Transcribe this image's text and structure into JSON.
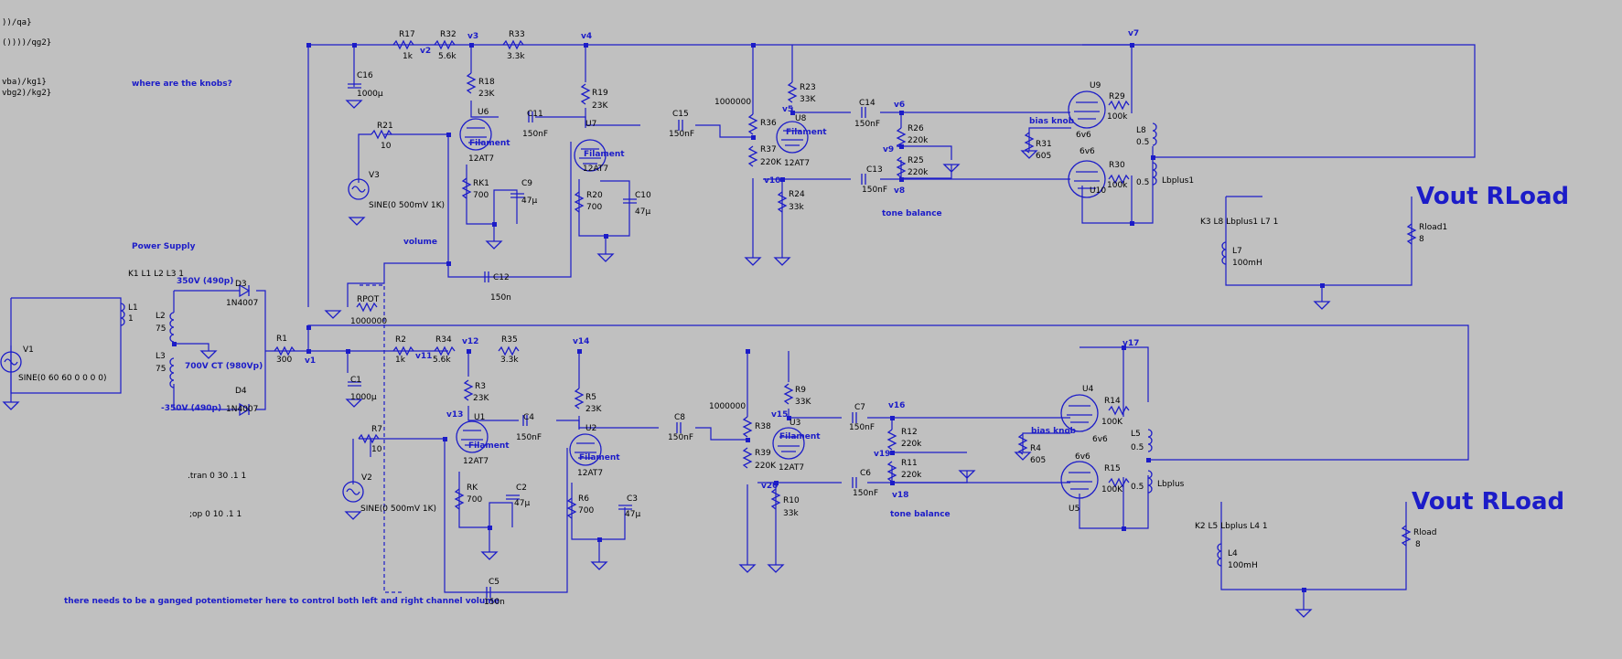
{
  "frag_lines": [
    "))/qa}",
    "())))/qg2}",
    "vba)/kg1}",
    "vbg2)/kg2}"
  ],
  "comments": {
    "knobs": "where are the knobs?",
    "power": "Power Supply",
    "volume": "volume",
    "ganged": "there needs to be a ganged potentiometer here to control both left and right channel volume",
    "tone_top": "tone balance",
    "tone_bot": "tone balance",
    "bias_top": "bias knob",
    "bias_bot": "bias knob",
    "vout_top": "Vout RLoad",
    "vout_bot": "Vout RLoad"
  },
  "directives": {
    "k1": "K1 L1 L2 L3 1",
    "tran": ".tran 0 30 .1 1",
    "op": ";op 0 10 .1 1",
    "k3": "K3 L8 Lbplus1 L7 1",
    "k2": "K2 L5 Lbplus L4 1"
  },
  "nets": {
    "v1": "v1",
    "v2": "v2",
    "v3": "v3",
    "v4": "v4",
    "v5": "v5",
    "v6": "v6",
    "v7": "v7",
    "v8": "v8",
    "v9": "v9",
    "v10": "v10",
    "v11": "v11",
    "v12": "v12",
    "v13": "v13",
    "v14": "v14",
    "v15": "v15",
    "v16": "v16",
    "v17": "v17",
    "v18": "v18",
    "v19": "v19",
    "v20": "v20"
  },
  "parts": {
    "V1": {
      "name": "V1",
      "value": "SINE(0 60 60 0 0 0 0)"
    },
    "L1": {
      "name": "L1",
      "value": "1"
    },
    "L2": {
      "name": "L2",
      "value": "75"
    },
    "L3": {
      "name": "L3",
      "value": "75"
    },
    "D3": {
      "name": "D3",
      "value": "1N4007",
      "note": "350V (490p)"
    },
    "D4": {
      "name": "D4",
      "value": "1N4007",
      "note": "-350V (490p)"
    },
    "ct": "700V CT (980Vp)",
    "R1": {
      "name": "R1",
      "value": "300"
    },
    "C1": {
      "name": "C1",
      "value": "1000µ"
    },
    "C16": {
      "name": "C16",
      "value": "1000µ"
    },
    "R17": {
      "name": "R17",
      "value": "1k"
    },
    "R32": {
      "name": "R32",
      "value": "5.6k"
    },
    "R33": {
      "name": "R33",
      "value": "3.3k"
    },
    "R18": {
      "name": "R18",
      "value": "23K"
    },
    "R19": {
      "name": "R19",
      "value": "23K"
    },
    "R23": {
      "name": "R23",
      "value": "33K"
    },
    "U6": {
      "name": "U6",
      "value": "12AT7",
      "fil": "Filament"
    },
    "U7": {
      "name": "U7",
      "value": "12AT7",
      "fil": "Filament"
    },
    "U8": {
      "name": "U8",
      "value": "12AT7",
      "fil": "Filament"
    },
    "C11": {
      "name": "C11",
      "value": "150nF"
    },
    "C15": {
      "name": "C15",
      "value": "150nF"
    },
    "C14": {
      "name": "C14",
      "value": "150nF"
    },
    "C13": {
      "name": "C13",
      "value": "150nF"
    },
    "R21": {
      "name": "R21",
      "value": "10"
    },
    "V3": {
      "name": "V3",
      "value": "SINE(0 500mV 1K)"
    },
    "RK1": {
      "name": "RK1",
      "value": "700"
    },
    "C9": {
      "name": "C9",
      "value": "47µ"
    },
    "R20": {
      "name": "R20",
      "value": "700"
    },
    "C10": {
      "name": "C10",
      "value": "47µ"
    },
    "R36": {
      "name": "R36",
      "value": "1000000"
    },
    "R37": {
      "name": "R37",
      "value": "220K"
    },
    "R24": {
      "name": "R24",
      "value": "33k"
    },
    "R26": {
      "name": "R26",
      "value": "220k"
    },
    "R25": {
      "name": "R25",
      "value": "220k"
    },
    "R31": {
      "name": "R31",
      "value": "605"
    },
    "U9": {
      "name": "U9",
      "value": "6v6"
    },
    "U10": {
      "name": "U10",
      "value": "6v6"
    },
    "R29": {
      "name": "R29",
      "value": "100k"
    },
    "R30": {
      "name": "R30",
      "value": "100k"
    },
    "L8": {
      "name": "L8",
      "value": "0.5"
    },
    "Lbplus1": {
      "name": "Lbplus1",
      "value": "0.5"
    },
    "L7": {
      "name": "L7",
      "value": "100mH"
    },
    "Rload1": {
      "name": "Rload1",
      "value": "8"
    },
    "C12": {
      "name": "C12",
      "value": "150n"
    },
    "RPOT": {
      "name": "RPOT",
      "value": "1000000"
    },
    "R2": {
      "name": "R2",
      "value": "1k"
    },
    "R34": {
      "name": "R34",
      "value": "5.6k"
    },
    "R35": {
      "name": "R35",
      "value": "3.3k"
    },
    "R3": {
      "name": "R3",
      "value": "23K"
    },
    "R5": {
      "name": "R5",
      "value": "23K"
    },
    "R9": {
      "name": "R9",
      "value": "33K"
    },
    "U1": {
      "name": "U1",
      "value": "12AT7",
      "fil": "Filament"
    },
    "U2": {
      "name": "U2",
      "value": "12AT7",
      "fil": "Filament"
    },
    "U3": {
      "name": "U3",
      "value": "12AT7",
      "fil": "Filament"
    },
    "C4": {
      "name": "C4",
      "value": "150nF"
    },
    "C8": {
      "name": "C8",
      "value": "150nF"
    },
    "C7": {
      "name": "C7",
      "value": "150nF"
    },
    "C6": {
      "name": "C6",
      "value": "150nF"
    },
    "R7": {
      "name": "R7",
      "value": "10"
    },
    "V2": {
      "name": "V2",
      "value": "SINE(0 500mV 1K)"
    },
    "RK": {
      "name": "RK",
      "value": "700"
    },
    "C2": {
      "name": "C2",
      "value": "47µ"
    },
    "R6": {
      "name": "R6",
      "value": "700"
    },
    "C3": {
      "name": "C3",
      "value": "47µ"
    },
    "R38": {
      "name": "R38",
      "value": "1000000"
    },
    "R39": {
      "name": "R39",
      "value": "220K"
    },
    "R10": {
      "name": "R10",
      "value": "33k"
    },
    "R12": {
      "name": "R12",
      "value": "220k"
    },
    "R11": {
      "name": "R11",
      "value": "220k"
    },
    "R4": {
      "name": "R4",
      "value": "605"
    },
    "U4": {
      "name": "U4",
      "value": "6v6"
    },
    "U5": {
      "name": "U5",
      "value": "6v6"
    },
    "R14": {
      "name": "R14",
      "value": "100K"
    },
    "R15": {
      "name": "R15",
      "value": "100K"
    },
    "L5": {
      "name": "L5",
      "value": "0.5"
    },
    "Lbplus": {
      "name": "Lbplus",
      "value": "0.5"
    },
    "L4": {
      "name": "L4",
      "value": "100mH"
    },
    "Rload": {
      "name": "Rload",
      "value": "8"
    },
    "C5": {
      "name": "C5",
      "value": "150n"
    }
  }
}
